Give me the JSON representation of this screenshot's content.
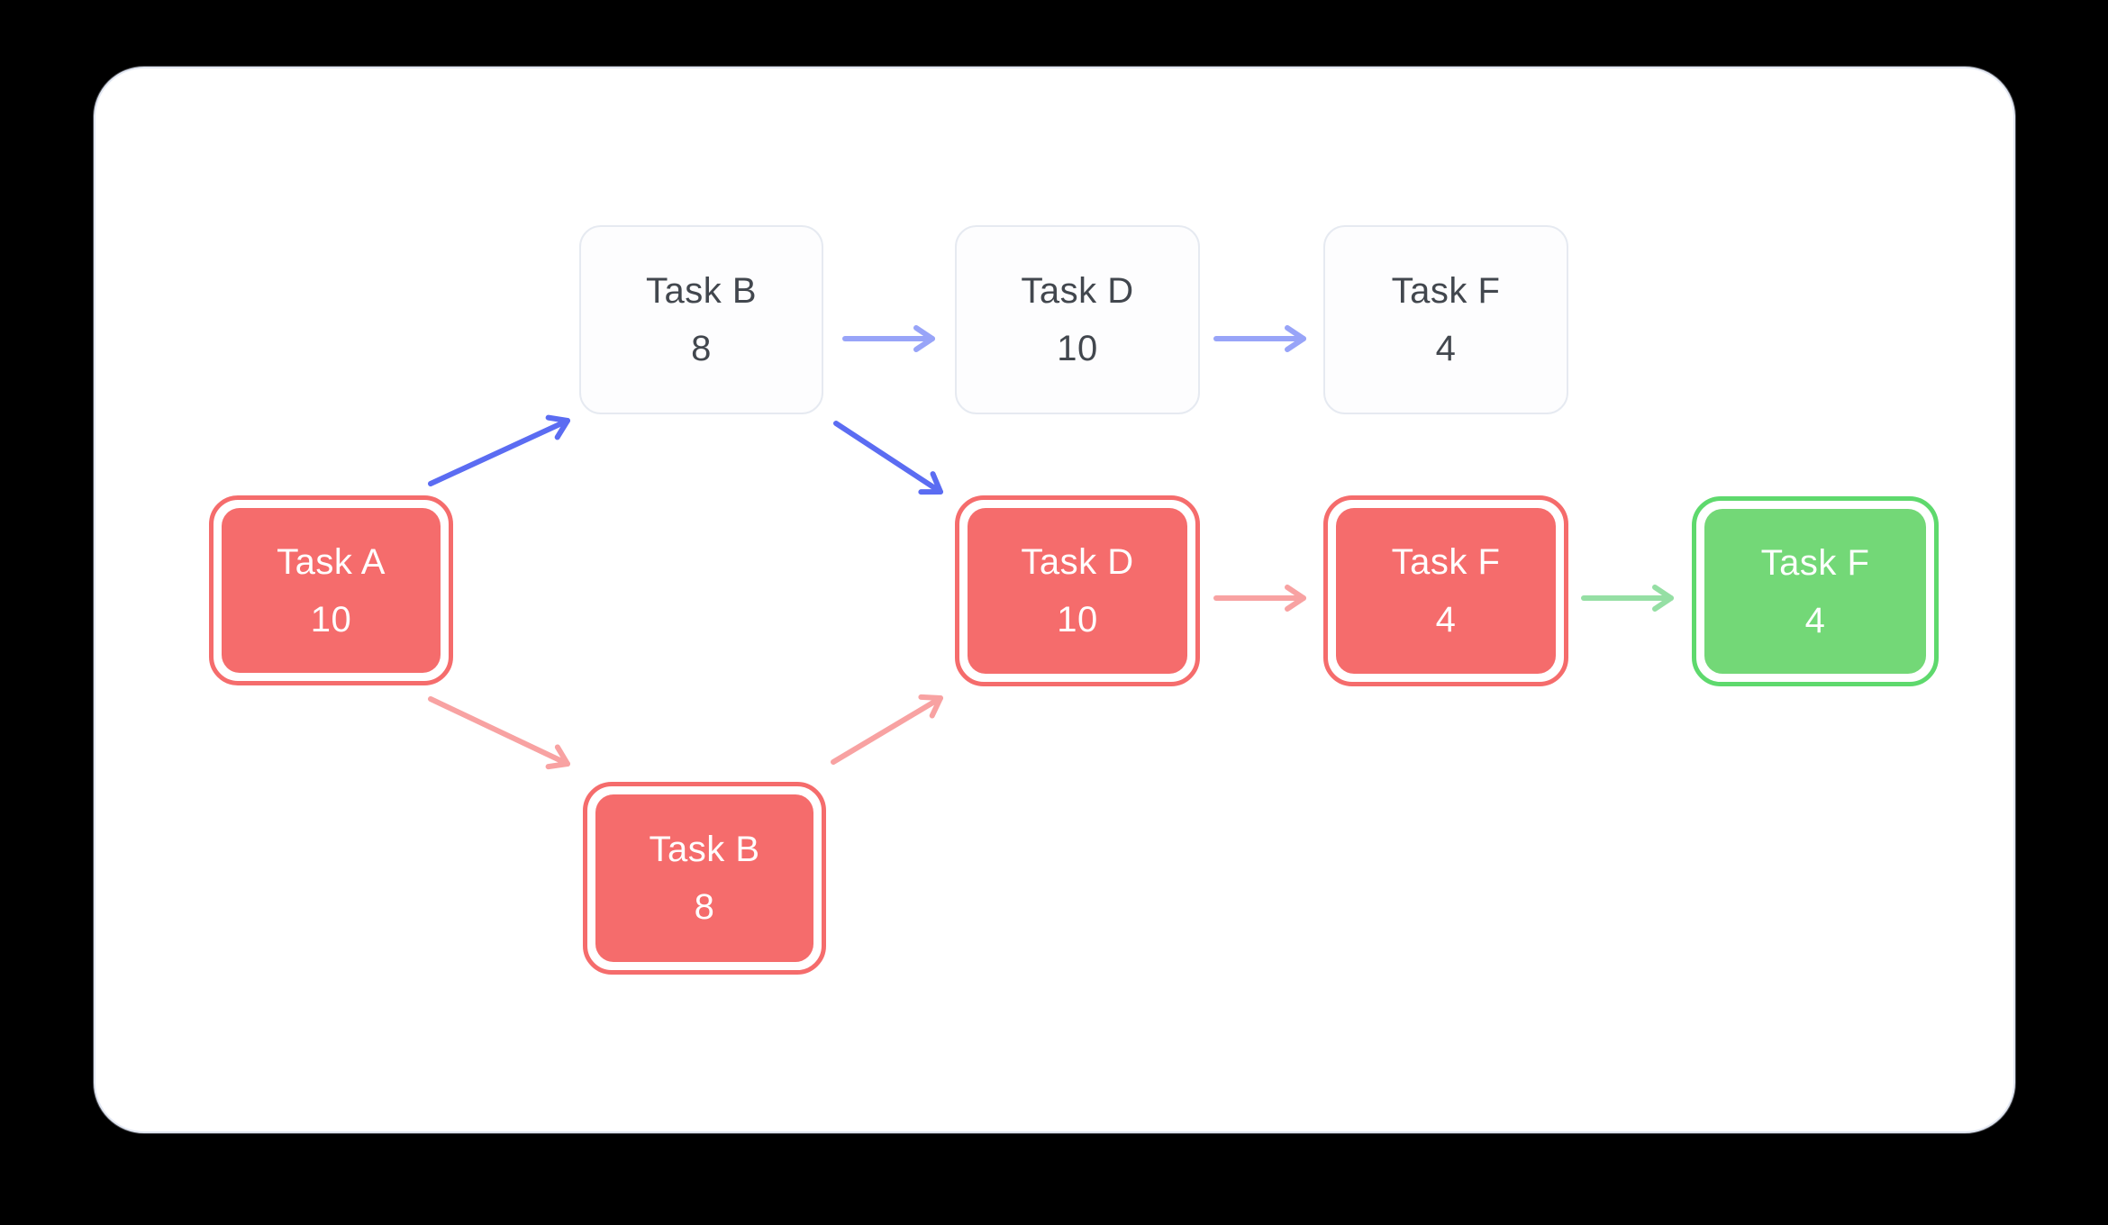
{
  "diagram": {
    "nodes": [
      {
        "id": "task-b-top",
        "label": "Task B",
        "value": "8",
        "variant": "plain"
      },
      {
        "id": "task-d-top",
        "label": "Task D",
        "value": "10",
        "variant": "plain"
      },
      {
        "id": "task-f-top",
        "label": "Task F",
        "value": "4",
        "variant": "plain"
      },
      {
        "id": "task-a",
        "label": "Task A",
        "value": "10",
        "variant": "critical"
      },
      {
        "id": "task-d-mid",
        "label": "Task D",
        "value": "10",
        "variant": "critical"
      },
      {
        "id": "task-f-mid",
        "label": "Task F",
        "value": "4",
        "variant": "critical"
      },
      {
        "id": "task-f-end",
        "label": "Task F",
        "value": "4",
        "variant": "done"
      },
      {
        "id": "task-b-bottom",
        "label": "Task B",
        "value": "8",
        "variant": "critical"
      }
    ],
    "edges": [
      {
        "from": "task-a",
        "to": "task-b-top",
        "color": "blue"
      },
      {
        "from": "task-b-top",
        "to": "task-d-top",
        "color": "blue-light"
      },
      {
        "from": "task-d-top",
        "to": "task-f-top",
        "color": "blue-light"
      },
      {
        "from": "task-b-top",
        "to": "task-d-mid",
        "color": "blue"
      },
      {
        "from": "task-a",
        "to": "task-b-bottom",
        "color": "salmon"
      },
      {
        "from": "task-b-bottom",
        "to": "task-d-mid",
        "color": "salmon"
      },
      {
        "from": "task-d-mid",
        "to": "task-f-mid",
        "color": "salmon"
      },
      {
        "from": "task-f-mid",
        "to": "task-f-end",
        "color": "green"
      }
    ],
    "colors": {
      "critical_fill": "#f56c6c",
      "done_fill": "#73d877",
      "done_ring": "#5ed96d",
      "plain_border": "#e6eaf1",
      "plain_text": "#42474e",
      "arrow_blue": "#5b6cf2",
      "arrow_blue_light": "#98a4f8",
      "arrow_salmon": "#f8a2a2",
      "arrow_green": "#95dfa4",
      "card_background": "#ffffff",
      "page_background": "#000000"
    }
  }
}
